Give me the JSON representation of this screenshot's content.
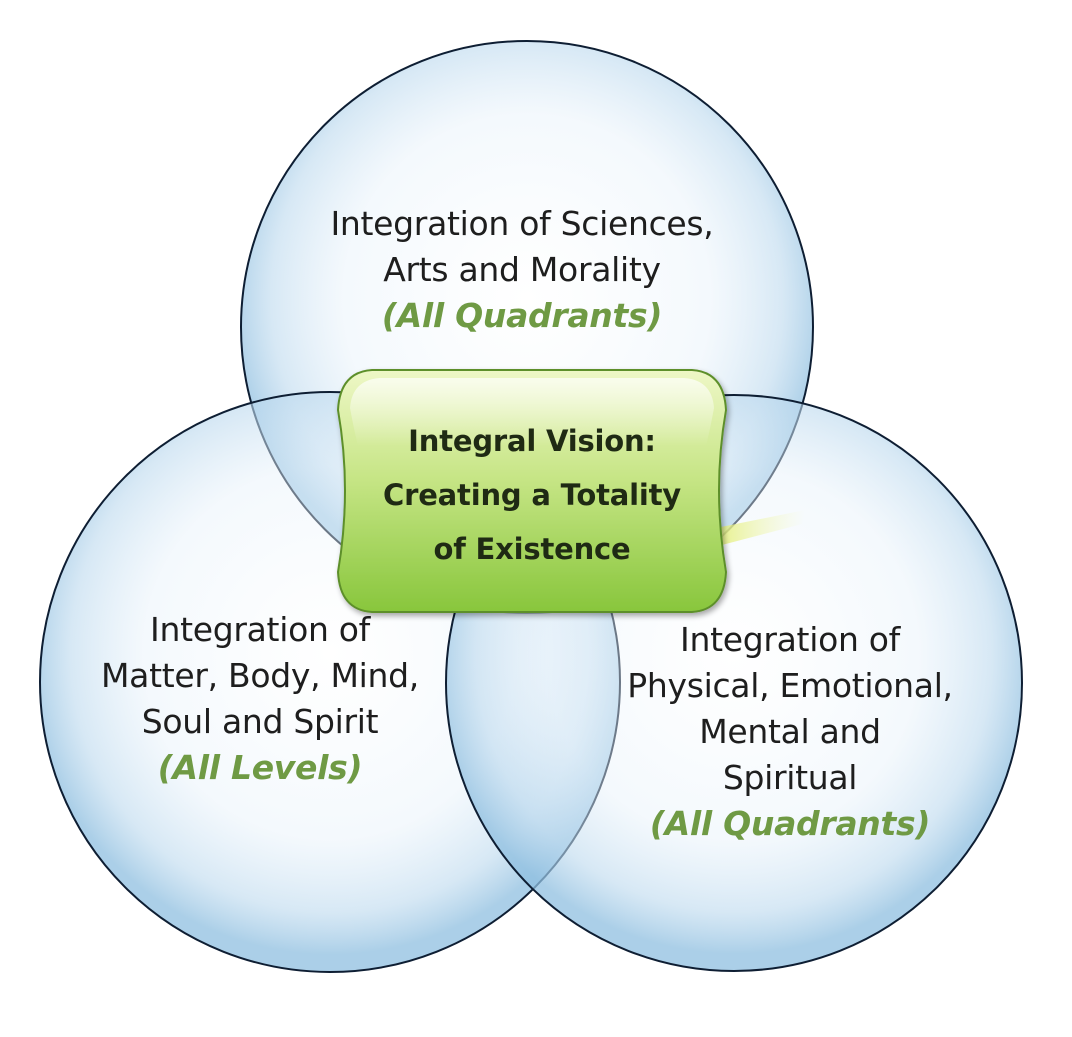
{
  "colors": {
    "circle_fill_center": "#ffffff",
    "circle_fill_edge": "#a9cfe8",
    "circle_stroke": "#0e1e33",
    "center_fill_light": "#e6f3b3",
    "center_fill_dark": "#93cf45",
    "center_stroke": "#5d8f2a",
    "tag_green": "#6f9a44"
  },
  "circles": {
    "top": {
      "lines": [
        "Integration of Sciences,",
        "Arts and Morality"
      ],
      "tag": "(All Quadrants)"
    },
    "left": {
      "lines": [
        "Integration of",
        "Matter, Body, Mind,",
        "Soul and Spirit"
      ],
      "tag": "(All Levels)"
    },
    "right": {
      "lines": [
        "Integration of",
        "Physical, Emotional,",
        "Mental and",
        "Spiritual"
      ],
      "tag": "(All Quadrants)"
    }
  },
  "center": {
    "lines": [
      "Integral Vision:",
      "Creating a Totality",
      "of Existence"
    ]
  }
}
